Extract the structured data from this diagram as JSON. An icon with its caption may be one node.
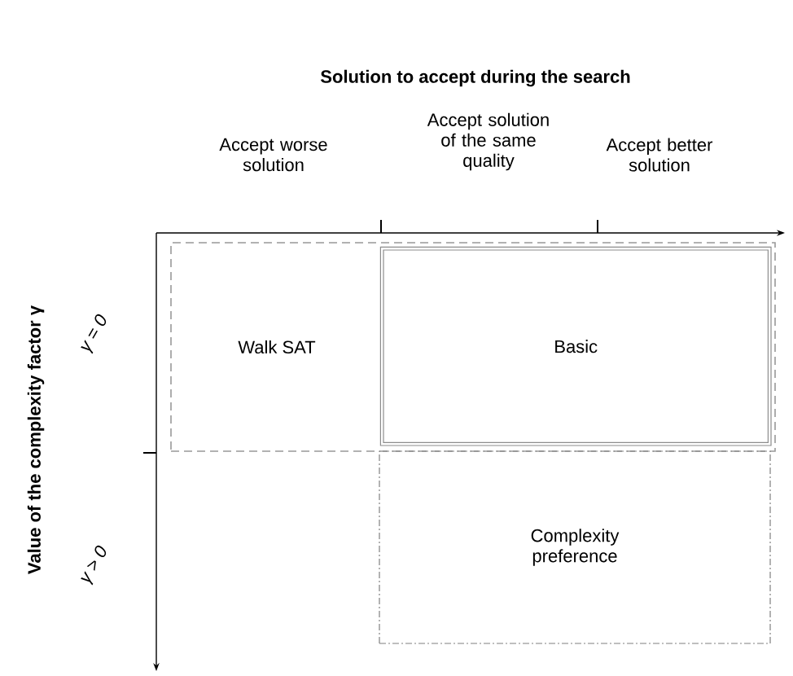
{
  "diagram": {
    "title": "Solution to accept during the search",
    "nodes": [
      {
        "text": [
          "Walk SAT"
        ]
      },
      {
        "text": [
          "Basic"
        ],
        "in": 0
      },
      {
        "text": [
          "Complexity preference"
        ]
      }
    ],
    "labels": [
      "Accept worse solution",
      "Accept solution of the same quality",
      "Accept better solution",
      "Value of the complexity factor γ",
      "γ = 0",
      "γ > 0"
    ]
  }
}
